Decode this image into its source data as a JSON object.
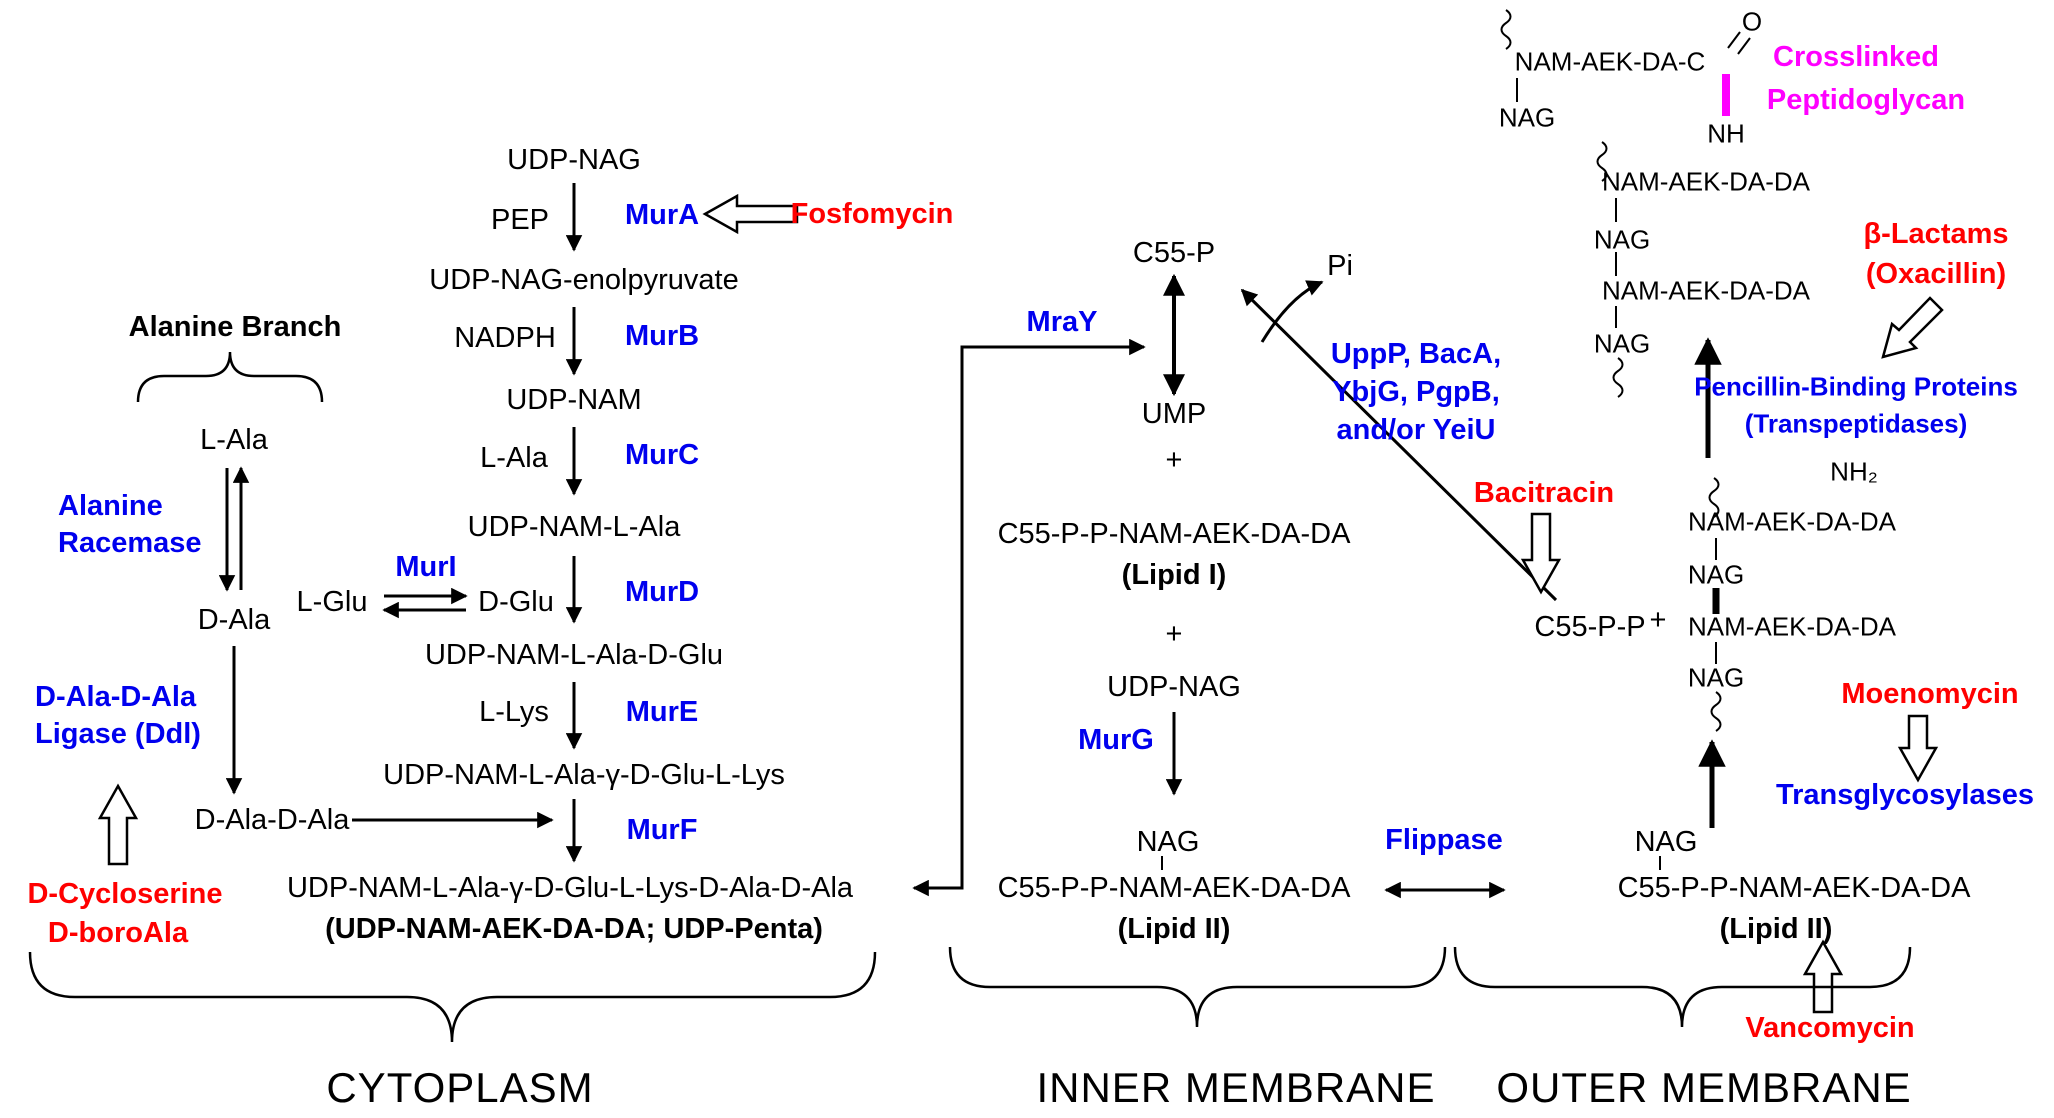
{
  "colors": {
    "enzyme_blue": "#0000EE",
    "inhibitor_red": "#FF0000",
    "crosslink_magenta": "#FF00FF",
    "text_black": "#000000"
  },
  "labels": {
    "udp_nag_top": "UDP-NAG",
    "pep": "PEP",
    "mur_a": "MurA",
    "fosfomycin": "Fosfomycin",
    "udp_nag_enol": "UDP-NAG-enolpyruvate",
    "nadph": "NADPH",
    "mur_b": "MurB",
    "udp_nam": "UDP-NAM",
    "l_ala_c": "L-Ala",
    "mur_c": "MurC",
    "udp_nam_l_ala": "UDP-NAM-L-Ala",
    "mur_i": "MurI",
    "l_glu": "L-Glu",
    "d_glu": "D-Glu",
    "mur_d": "MurD",
    "udp_nam_l_ala_d_glu": "UDP-NAM-L-Ala-D-Glu",
    "l_lys": "L-Lys",
    "mur_e": "MurE",
    "udp_tripeptide": "UDP-NAM-L-Ala-γ-D-Glu-L-Lys",
    "d_ala_d_ala": "D-Ala-D-Ala",
    "mur_f": "MurF",
    "udp_pentapeptide": "UDP-NAM-L-Ala-γ-D-Glu-L-Lys-D-Ala-D-Ala",
    "udp_penta_alt": "(UDP-NAM-AEK-DA-DA; UDP-Penta)",
    "alanine_branch": "Alanine Branch",
    "l_ala_b": "L-Ala",
    "alanine_racemase_1": "Alanine",
    "alanine_racemase_2": "Racemase",
    "d_ala_b": "D-Ala",
    "ddl_1": "D-Ala-D-Ala",
    "ddl_2": "Ligase (Ddl)",
    "d_cycloserine": "D-Cycloserine",
    "d_boroala": "D-boroAla",
    "c55_p": "C55-P",
    "mra_y": "MraY",
    "pi": "Pi",
    "uppp_1": "UppP, BacA,",
    "uppp_2": "YbjG, PgpB,",
    "uppp_3": "and/or YeiU",
    "ump": "UMP",
    "plus_1": "+",
    "lipid1": "C55-P-P-NAM-AEK-DA-DA",
    "lipid1_name": "(Lipid I)",
    "plus_2": "+",
    "udp_nag_mid": "UDP-NAG",
    "mur_g": "MurG",
    "nag_inner": "NAG",
    "lipid2_inner": "C55-P-P-NAM-AEK-DA-DA",
    "lipid2_inner_name": "(Lipid II)",
    "flippase": "Flippase",
    "bacitracin": "Bacitracin",
    "c55_pp": "C55-P-P",
    "plus_3": "+",
    "cl_nam_row": "NAM-AEK-DA-C",
    "cl_o": "O",
    "cl_nag1": "NAG",
    "cl_nh": "NH",
    "crosslinked_1": "Crosslinked",
    "crosslinked_2": "Peptidoglycan",
    "cl_nam2": "NAM-AEK-DA-DA",
    "cl_nag2": "NAG",
    "cl_nam3": "NAM-AEK-DA-DA",
    "cl_nag3": "NAG",
    "beta_lactams": "β-Lactams",
    "oxacillin": "(Oxacillin)",
    "pbp_1": "Pencillin-Binding Proteins",
    "pbp_2": "(Transpeptidases)",
    "nh2": "NH₂",
    "oc_nam1": "NAM-AEK-DA-DA",
    "oc_nag1": "NAG",
    "oc_nam2": "NAM-AEK-DA-DA",
    "oc_nag2": "NAG",
    "moenomycin": "Moenomycin",
    "transglycosylases": "Transglycosylases",
    "nag_outer": "NAG",
    "lipid2_outer": "C55-P-P-NAM-AEK-DA-DA",
    "lipid2_outer_name": "(Lipid II)",
    "vancomycin": "Vancomycin",
    "cytoplasm": "CYTOPLASM",
    "inner_membrane": "INNER MEMBRANE",
    "outer_membrane": "OUTER MEMBRANE"
  }
}
